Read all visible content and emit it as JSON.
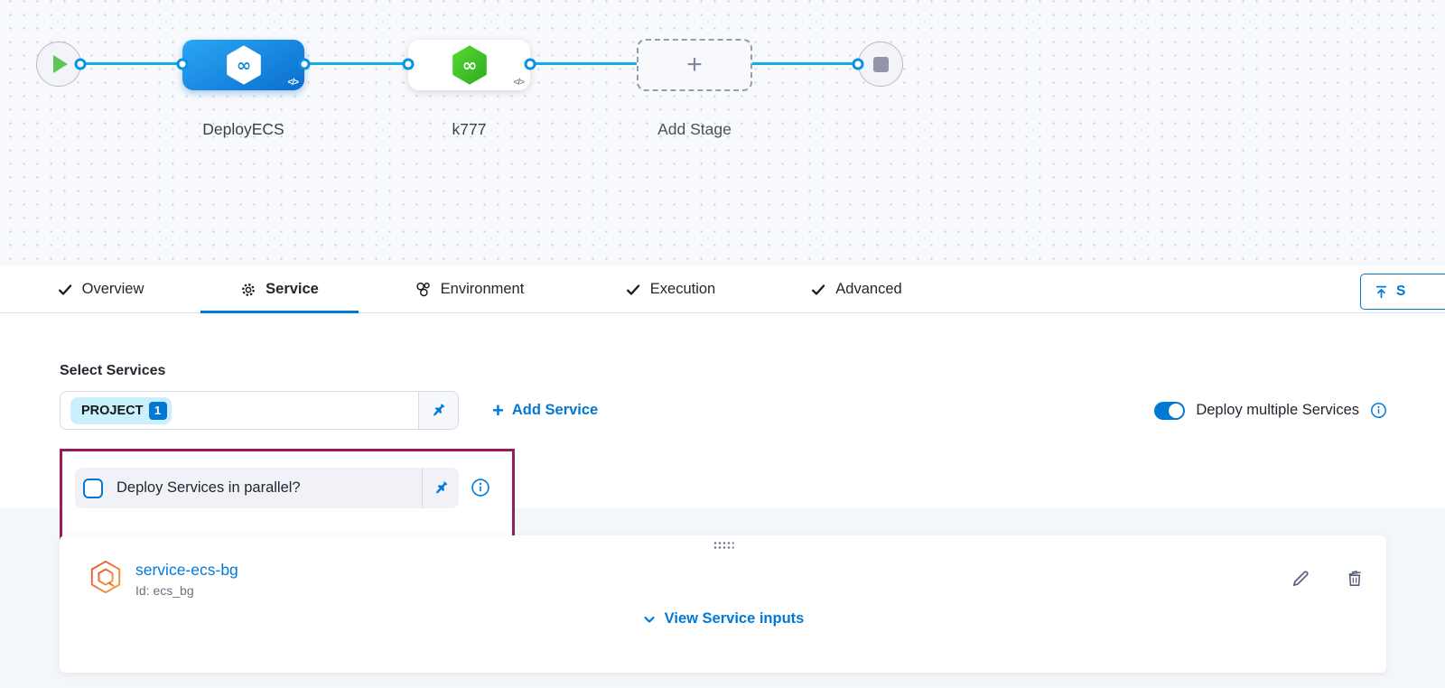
{
  "pipeline": {
    "stages": [
      {
        "name": "DeployECS"
      },
      {
        "name": "k777"
      }
    ],
    "add_stage_label": "Add Stage",
    "code_glyph": "</>"
  },
  "tabs": [
    {
      "label": "Overview",
      "icon": "check-icon"
    },
    {
      "label": "Service",
      "icon": "gear-icon",
      "active": true
    },
    {
      "label": "Environment",
      "icon": "environment-icon"
    },
    {
      "label": "Execution",
      "icon": "check-icon"
    },
    {
      "label": "Advanced",
      "icon": "check-icon"
    }
  ],
  "toolbar": {
    "save_label": "S"
  },
  "services": {
    "select_label": "Select Services",
    "chip_label": "PROJECT",
    "chip_count": "1",
    "add_service_label": "Add Service",
    "add_service_plus": "+",
    "deploy_multiple_label": "Deploy multiple Services",
    "deploy_multiple_on": true,
    "parallel_label": "Deploy Services in parallel?",
    "parallel_checked": false
  },
  "service_card": {
    "name": "service-ecs-bg",
    "id_text": "Id: ecs_bg",
    "view_inputs_label": "View Service inputs"
  },
  "colors": {
    "accent_blue": "#0278d5",
    "flow_line_blue": "#12aee8",
    "highlight_border": "#961c5a",
    "stage_green": "#3fc92e",
    "service_icon_orange": "#ef7a2e"
  }
}
